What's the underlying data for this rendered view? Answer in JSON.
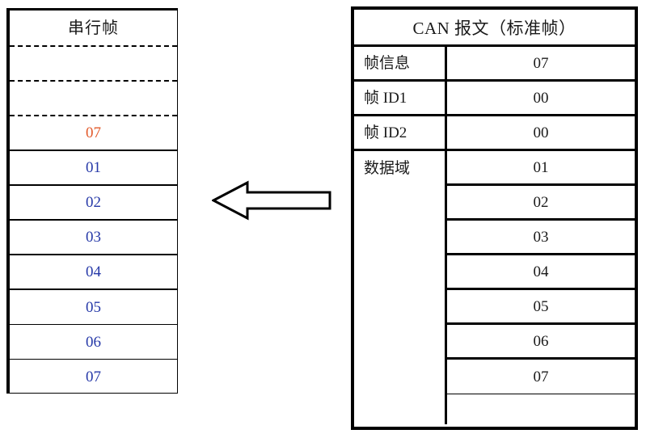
{
  "diagram": {
    "title_left": "串行帧",
    "title_right": "CAN 报文（标准帧）",
    "arrow": {
      "name": "left-arrow",
      "direction": "left",
      "fill": "#ffffff",
      "stroke": "#000000"
    },
    "colors": {
      "orange": "#e2592a",
      "blue": "#2639a8",
      "border": "#000000",
      "background": "#ffffff",
      "text": "#1a1a1a"
    }
  },
  "serial_frame": {
    "header": "串行帧",
    "placeholder_rows": [
      "",
      "",
      ""
    ],
    "rows": [
      {
        "value": "07",
        "color": "orange"
      },
      {
        "value": "01",
        "color": "blue"
      },
      {
        "value": "02",
        "color": "blue"
      },
      {
        "value": "03",
        "color": "blue"
      },
      {
        "value": "04",
        "color": "blue"
      },
      {
        "value": "05",
        "color": "blue"
      },
      {
        "value": "06",
        "color": "blue"
      },
      {
        "value": "07",
        "color": "blue"
      }
    ]
  },
  "can_message": {
    "header": "CAN 报文（标准帧）",
    "fields": [
      {
        "label": "帧信息",
        "value": "07",
        "color": "orange"
      },
      {
        "label": "帧 ID1",
        "value": "00",
        "color": "orange"
      },
      {
        "label": "帧 ID2",
        "value": "00",
        "color": "orange"
      }
    ],
    "data_field": {
      "label": "数据域",
      "values": [
        {
          "value": "01",
          "color": "blue"
        },
        {
          "value": "02",
          "color": "blue"
        },
        {
          "value": "03",
          "color": "blue"
        },
        {
          "value": "04",
          "color": "blue"
        },
        {
          "value": "05",
          "color": "blue"
        },
        {
          "value": "06",
          "color": "blue"
        },
        {
          "value": "07",
          "color": "blue"
        },
        {
          "value": "",
          "color": "none"
        }
      ]
    }
  }
}
